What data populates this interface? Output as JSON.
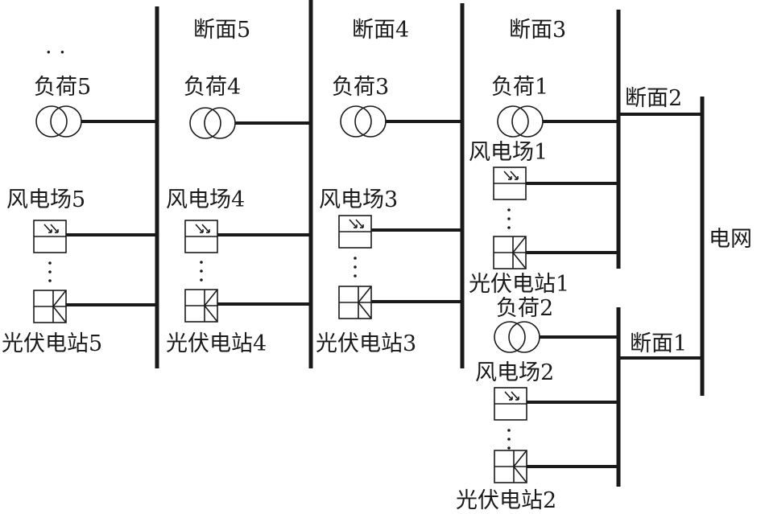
{
  "diagram": {
    "sections": {
      "s5": "断面5",
      "s4": "断面4",
      "s3": "断面3",
      "s2": "断面2",
      "s1": "断面1"
    },
    "loads": {
      "l5": "负荷5",
      "l4": "负荷4",
      "l3": "负荷3",
      "l1": "负荷1",
      "l2": "负荷2"
    },
    "wind_farms": {
      "w5": "风电场5",
      "w4": "风电场4",
      "w3": "风电场3",
      "w1": "风电场1",
      "w2": "风电场2"
    },
    "pv_stations": {
      "p5": "光伏电站5",
      "p4": "光伏电站4",
      "p3": "光伏电站3",
      "p1": "光伏电站1",
      "p2": "光伏电站2"
    },
    "grid": "电网",
    "continuation": ". ."
  }
}
